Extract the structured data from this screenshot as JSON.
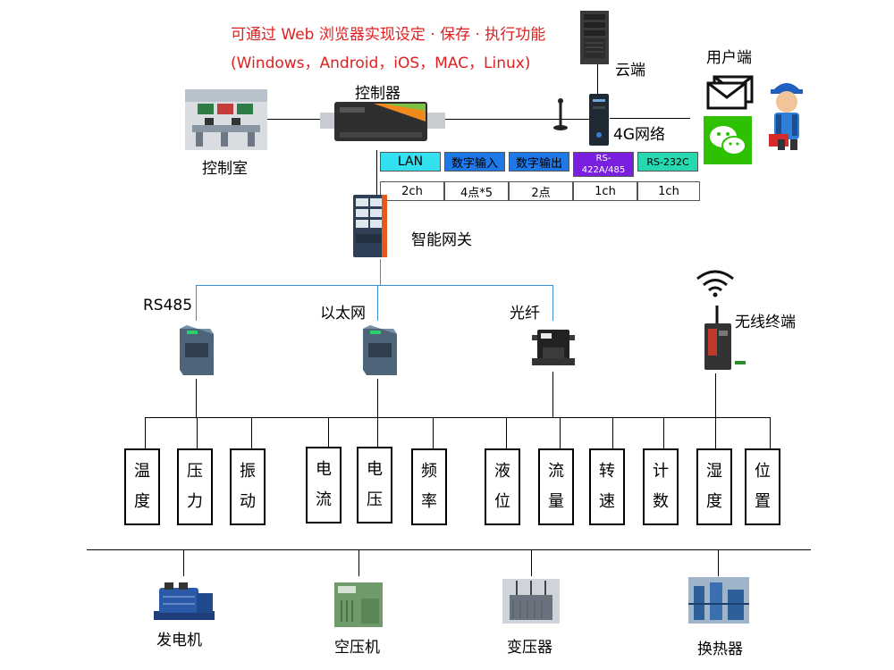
{
  "headline": {
    "line1": "可通过 Web 浏览器实现设定 · 保存 · 执行功能",
    "line2": "(Windows，Android，iOS，MAC，Linux)"
  },
  "nodes": {
    "cloud": "云端",
    "user_end": "用户端",
    "controller": "控制器",
    "control_room": "控制室",
    "network_4g": "4G网络",
    "gateway": "智能网关",
    "rs485": "RS485",
    "ethernet": "以太网",
    "fiber": "光纤",
    "wireless": "无线终端"
  },
  "io_table": {
    "headers": [
      "LAN",
      "数字输入",
      "数字输出",
      "RS-422A/485",
      "RS-232C"
    ],
    "values": [
      "2ch",
      "4点*5",
      "2点",
      "1ch",
      "1ch"
    ],
    "colors": [
      "#33e0f0",
      "#1e78e8",
      "#1e78e8",
      "#7a1ee0",
      "#26d8b0"
    ]
  },
  "sensors": [
    {
      "c1": "温",
      "c2": "度"
    },
    {
      "c1": "压",
      "c2": "力"
    },
    {
      "c1": "振",
      "c2": "动"
    },
    {
      "c1": "电",
      "c2": "流"
    },
    {
      "c1": "电",
      "c2": "压"
    },
    {
      "c1": "频",
      "c2": "率"
    },
    {
      "c1": "液",
      "c2": "位"
    },
    {
      "c1": "流",
      "c2": "量"
    },
    {
      "c1": "转",
      "c2": "速"
    },
    {
      "c1": "计",
      "c2": "数"
    },
    {
      "c1": "湿",
      "c2": "度"
    },
    {
      "c1": "位",
      "c2": "置"
    }
  ],
  "equipment": [
    "发电机",
    "空压机",
    "变压器",
    "换热器"
  ]
}
